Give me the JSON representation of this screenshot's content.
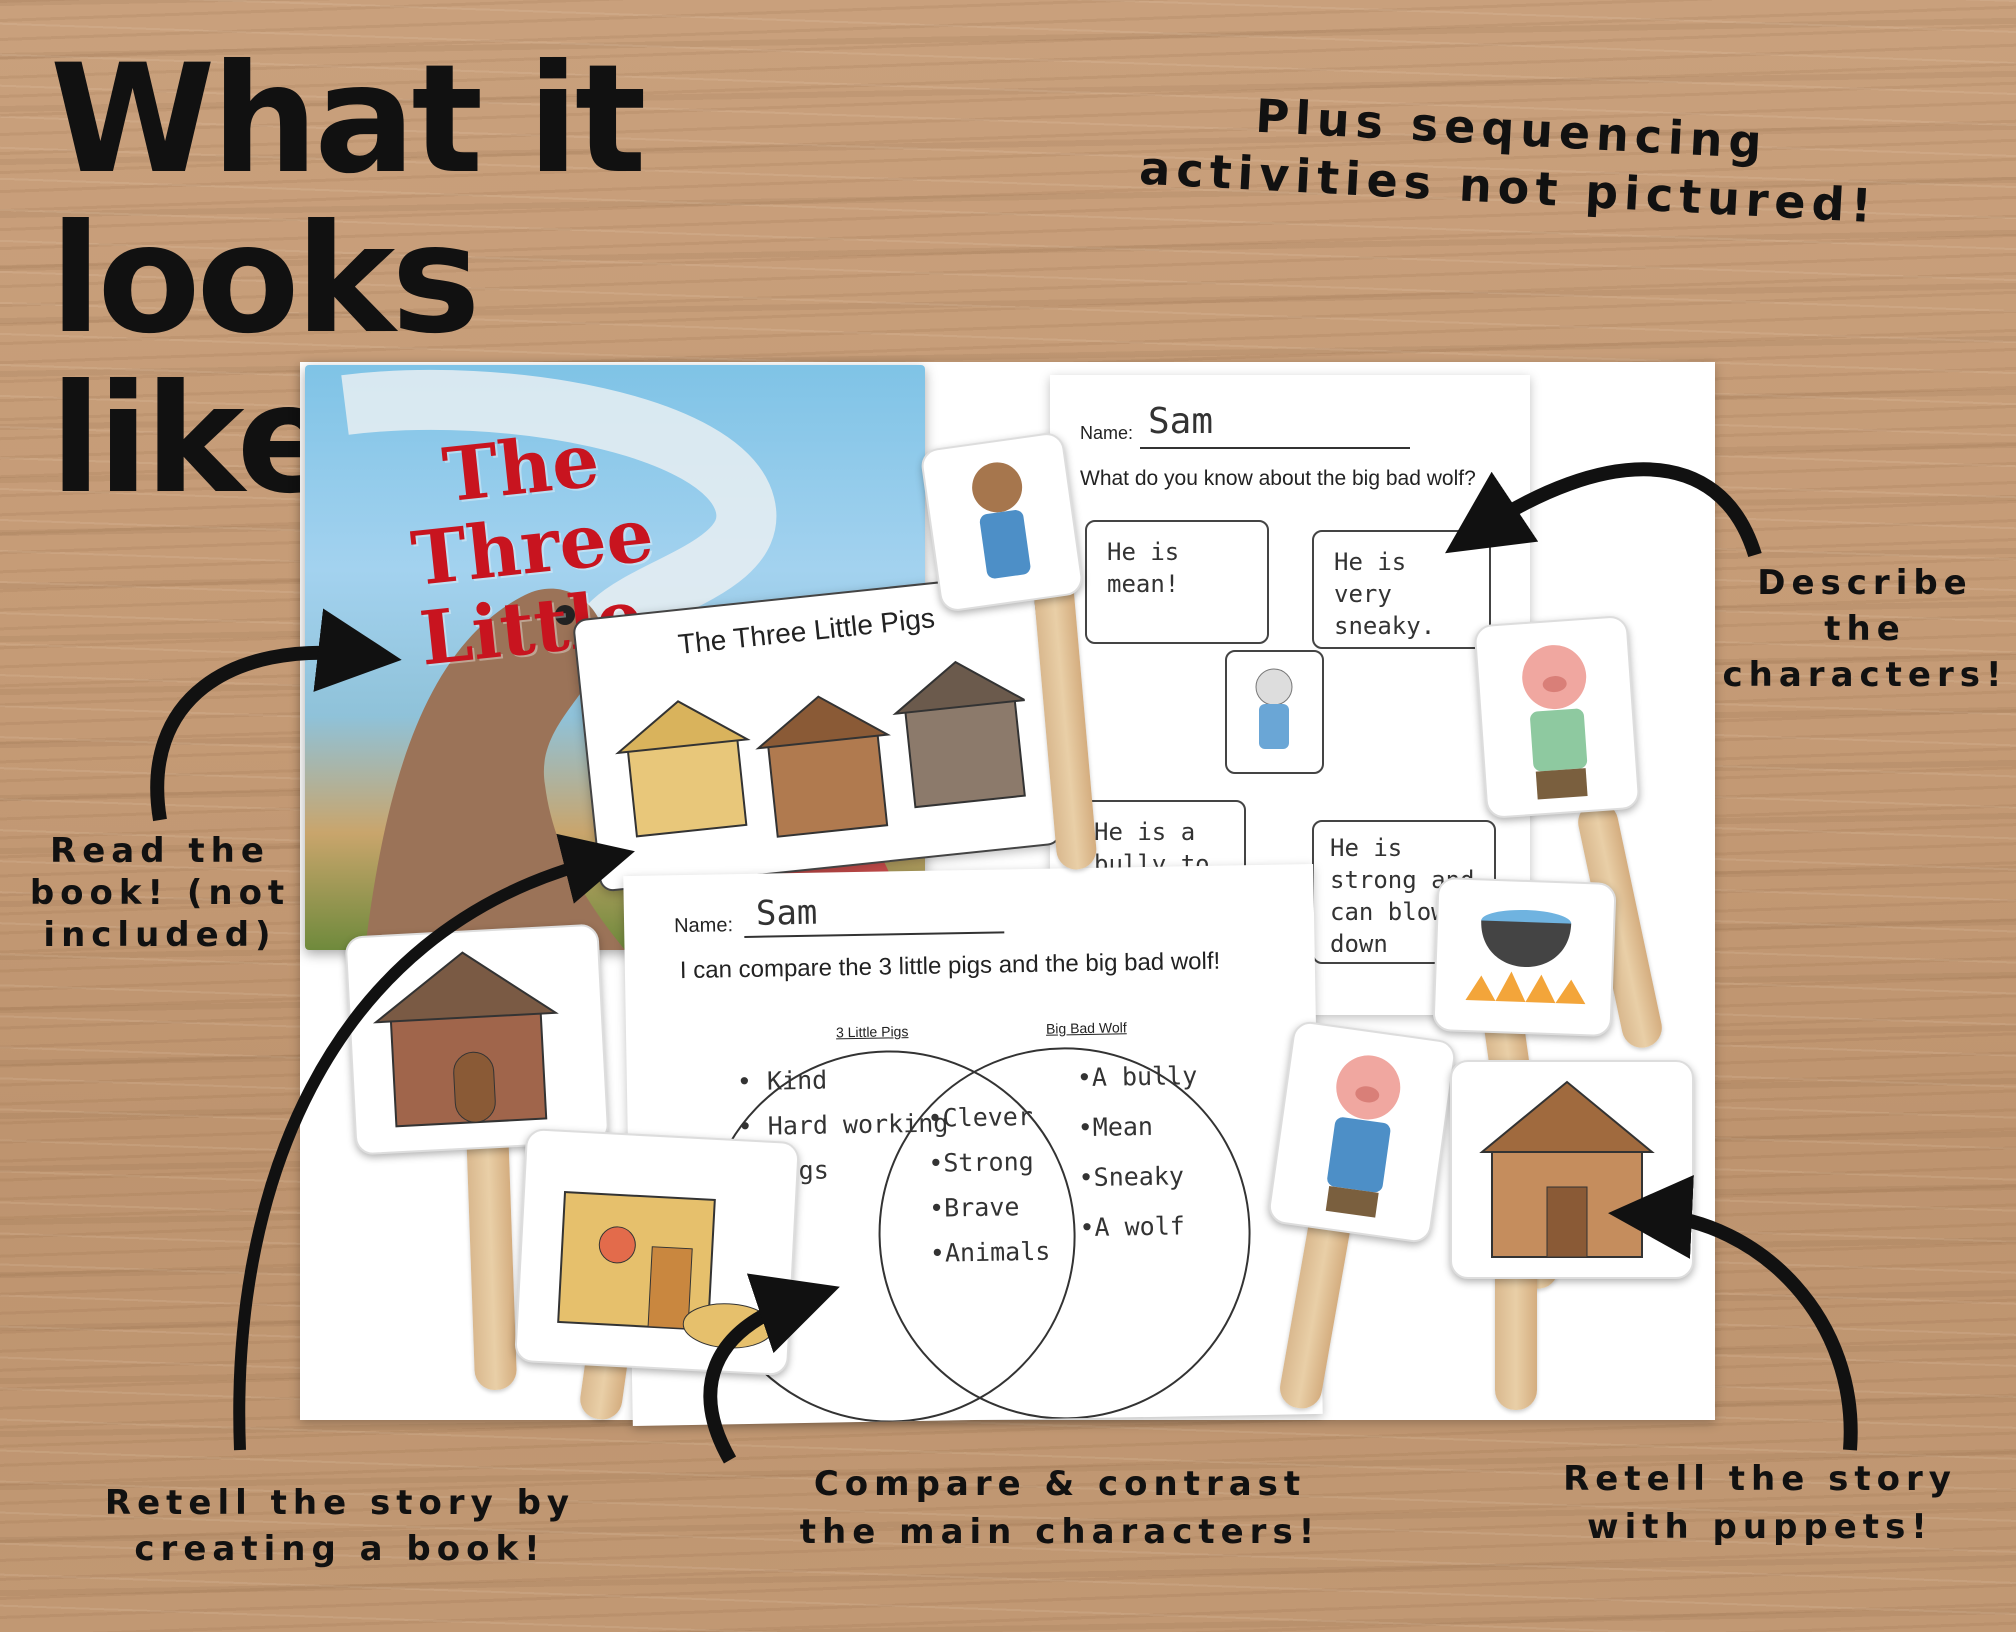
{
  "headline": [
    "What it",
    "looks like..."
  ],
  "note": [
    "Plus sequencing",
    "activities not pictured!"
  ],
  "captions": {
    "read_book": [
      "Read the",
      "book! (not",
      "included)"
    ],
    "describe": [
      "Describe",
      "the",
      "characters!"
    ],
    "retell_book": [
      "Retell the story by",
      "creating a book!"
    ],
    "compare": [
      "Compare & contrast",
      "the main characters!"
    ],
    "puppets": [
      "Retell the story",
      "with puppets!"
    ]
  },
  "book_cover": {
    "title": [
      "The",
      "Three Little",
      "Pigs"
    ]
  },
  "mini_book": {
    "title": "The Three Little Pigs"
  },
  "describe_sheet": {
    "name_label": "Name:",
    "name_value": "Sam",
    "prompt": "What do you know about the big bad wolf?",
    "boxes": [
      "He is mean!",
      "He is very sneaky.",
      "He is a bully to the",
      "He is strong and can blow down houses"
    ]
  },
  "venn_sheet": {
    "name_label": "Name:",
    "name_value": "Sam",
    "prompt": "I can compare the 3 little pigs and the big bad wolf!",
    "left_label": "3 Little Pigs",
    "right_label": "Big Bad Wolf",
    "left_items": [
      "• Kind",
      "• Hard working",
      "• Pigs"
    ],
    "middle_items": [
      "•Clever",
      "•Strong",
      "•Brave",
      "•Animals"
    ],
    "right_items": [
      "•A bully",
      "•Mean",
      "•Sneaky",
      "•A wolf"
    ]
  },
  "colors": {
    "ink": "#111111",
    "title_red": "#c8141f",
    "wood": "#c59b76"
  }
}
